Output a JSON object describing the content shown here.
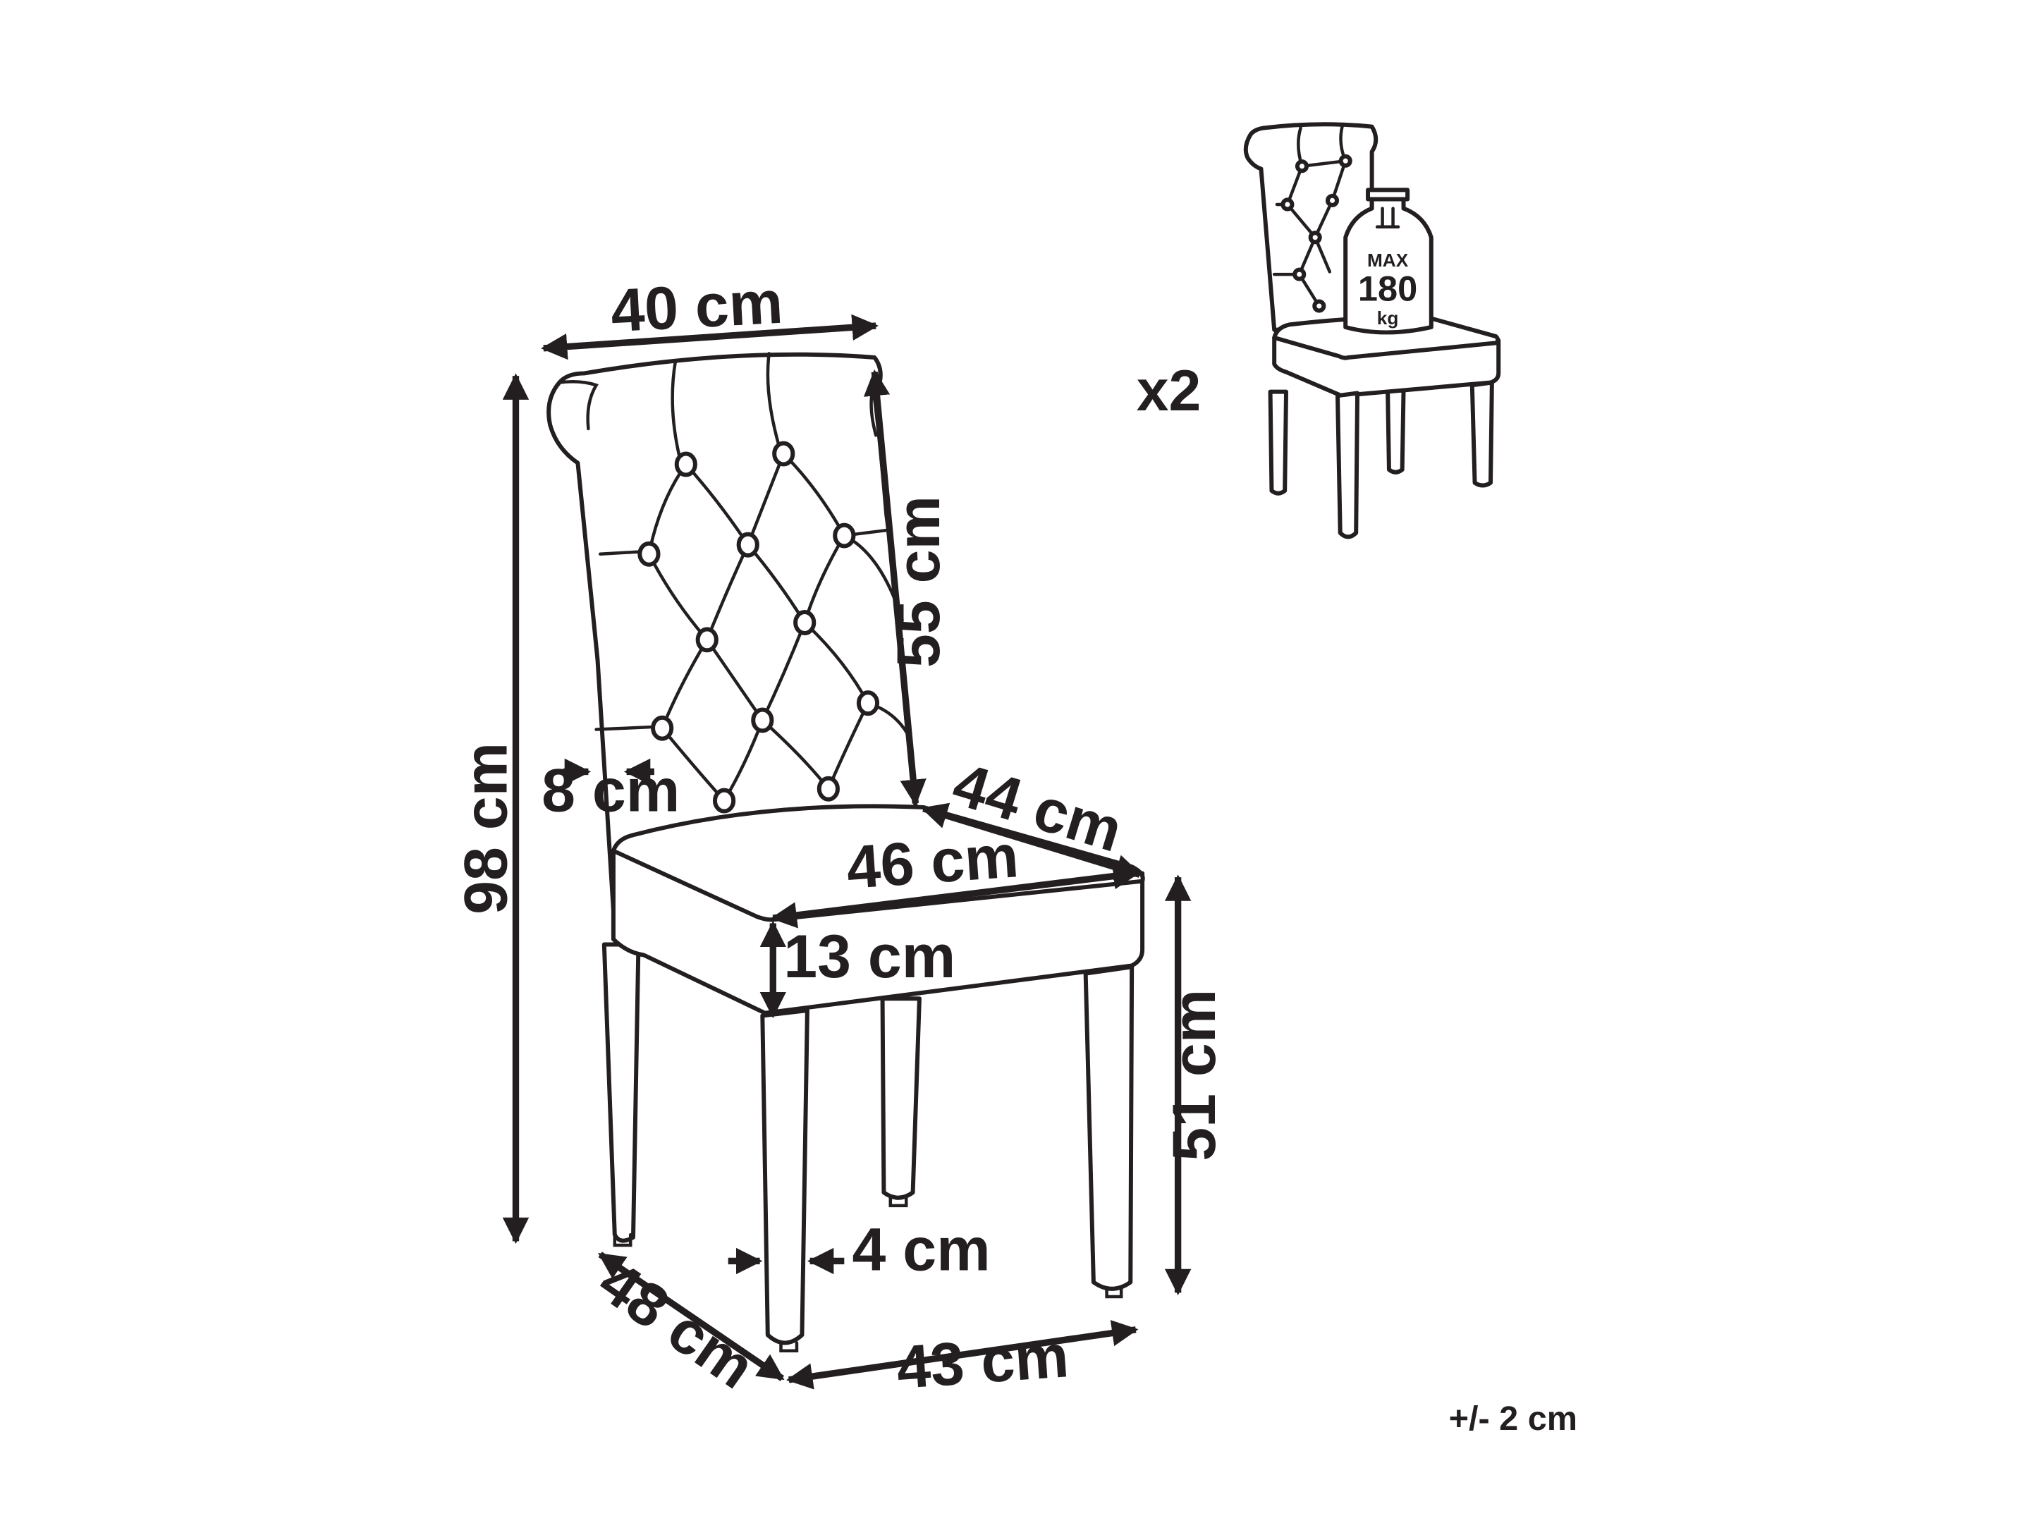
{
  "dimensions": {
    "back_width": "40 cm",
    "total_height": "98 cm",
    "back_height": "55 cm",
    "back_thickness": "8 cm",
    "seat_depth": "44 cm",
    "seat_width": "46 cm",
    "seat_thickness": "13 cm",
    "seat_height": "51 cm",
    "leg_width": "4 cm",
    "base_depth": "48 cm",
    "base_width": "43 cm"
  },
  "quantity": "x2",
  "load_badge": {
    "line1": "MAX",
    "line2": "180",
    "line3": "kg"
  },
  "tolerance": "+/- 2 cm",
  "colors": {
    "line": "#231f20",
    "background": "#ffffff"
  }
}
